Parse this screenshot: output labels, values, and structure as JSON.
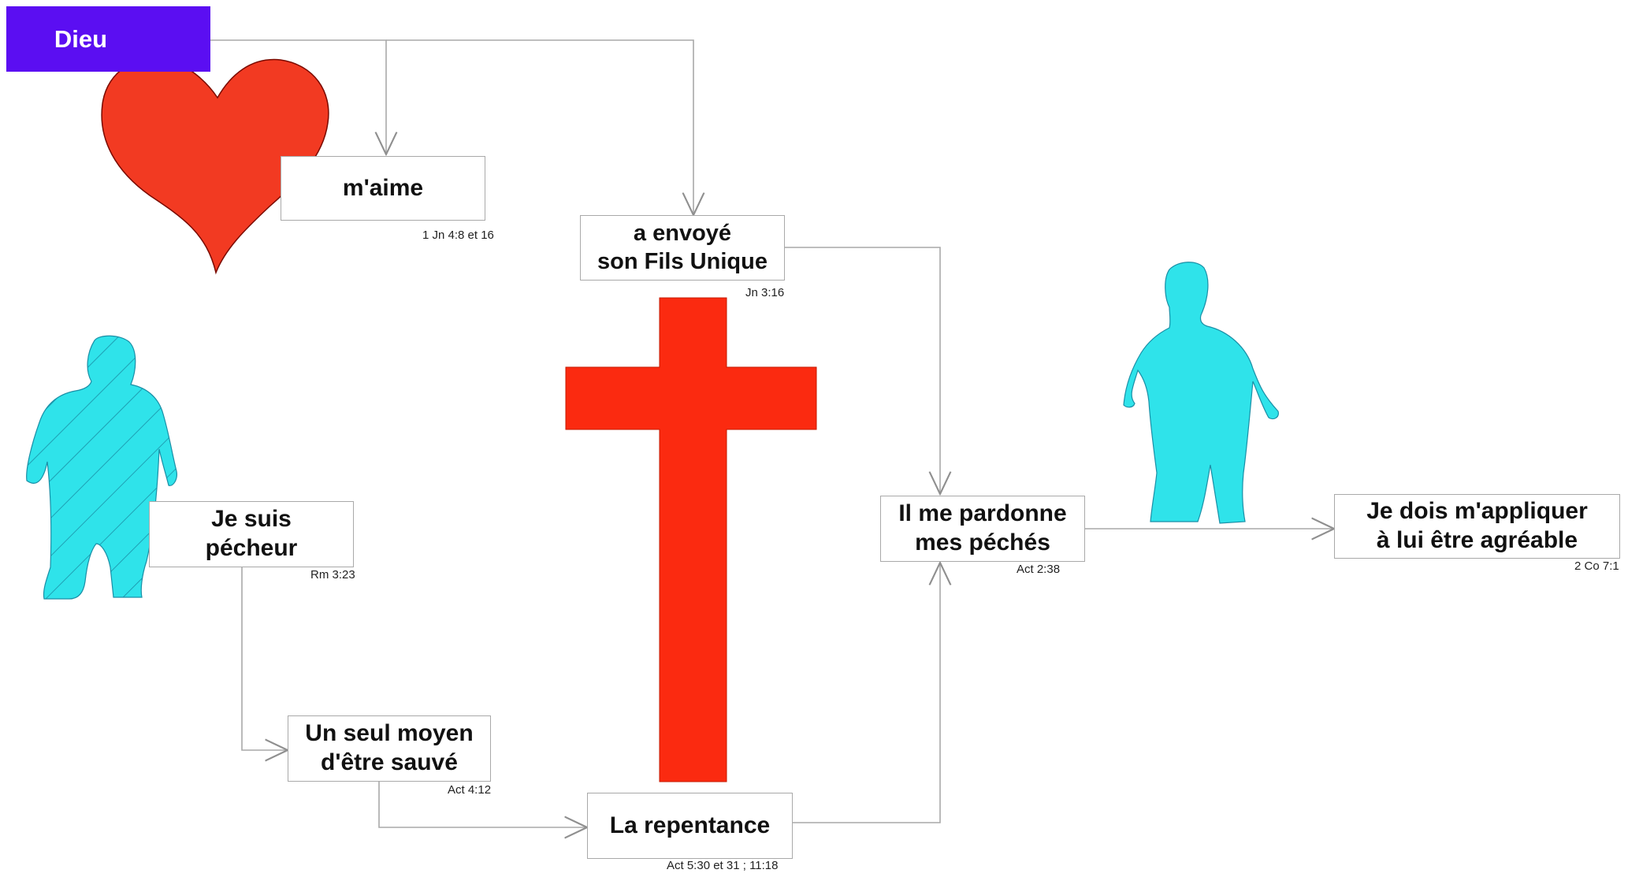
{
  "colors": {
    "dieu_fill": "#5b0ef2",
    "heart_fill": "#f23a22",
    "cross_fill": "#fb2a10",
    "person_fill": "#2fe3ea",
    "connector": "#a9a9a9"
  },
  "dieu": {
    "label": "Dieu"
  },
  "nodes": {
    "aime": {
      "text": "m'aime",
      "ref": "1 Jn 4:8 et 16"
    },
    "envoye": {
      "text": "a envoyé\nson Fils Unique",
      "ref": "Jn 3:16"
    },
    "pecheur": {
      "text": "Je suis\npécheur",
      "ref": "Rm 3:23"
    },
    "moyen": {
      "text": "Un seul moyen\nd'être sauvé",
      "ref": "Act 4:12"
    },
    "repentance": {
      "text": "La repentance",
      "ref": "Act 5:30 et 31 ; 11:18"
    },
    "pardonne": {
      "text": "Il me pardonne\nmes péchés",
      "ref": "Act 2:38"
    },
    "appliquer": {
      "text": "Je dois m'appliquer\nà lui être agréable",
      "ref": "2 Co 7:1"
    }
  },
  "icons": {
    "heart": "heart-icon",
    "cross": "cross-icon",
    "sinner": "person-hatched-icon",
    "forgiven": "person-icon"
  }
}
